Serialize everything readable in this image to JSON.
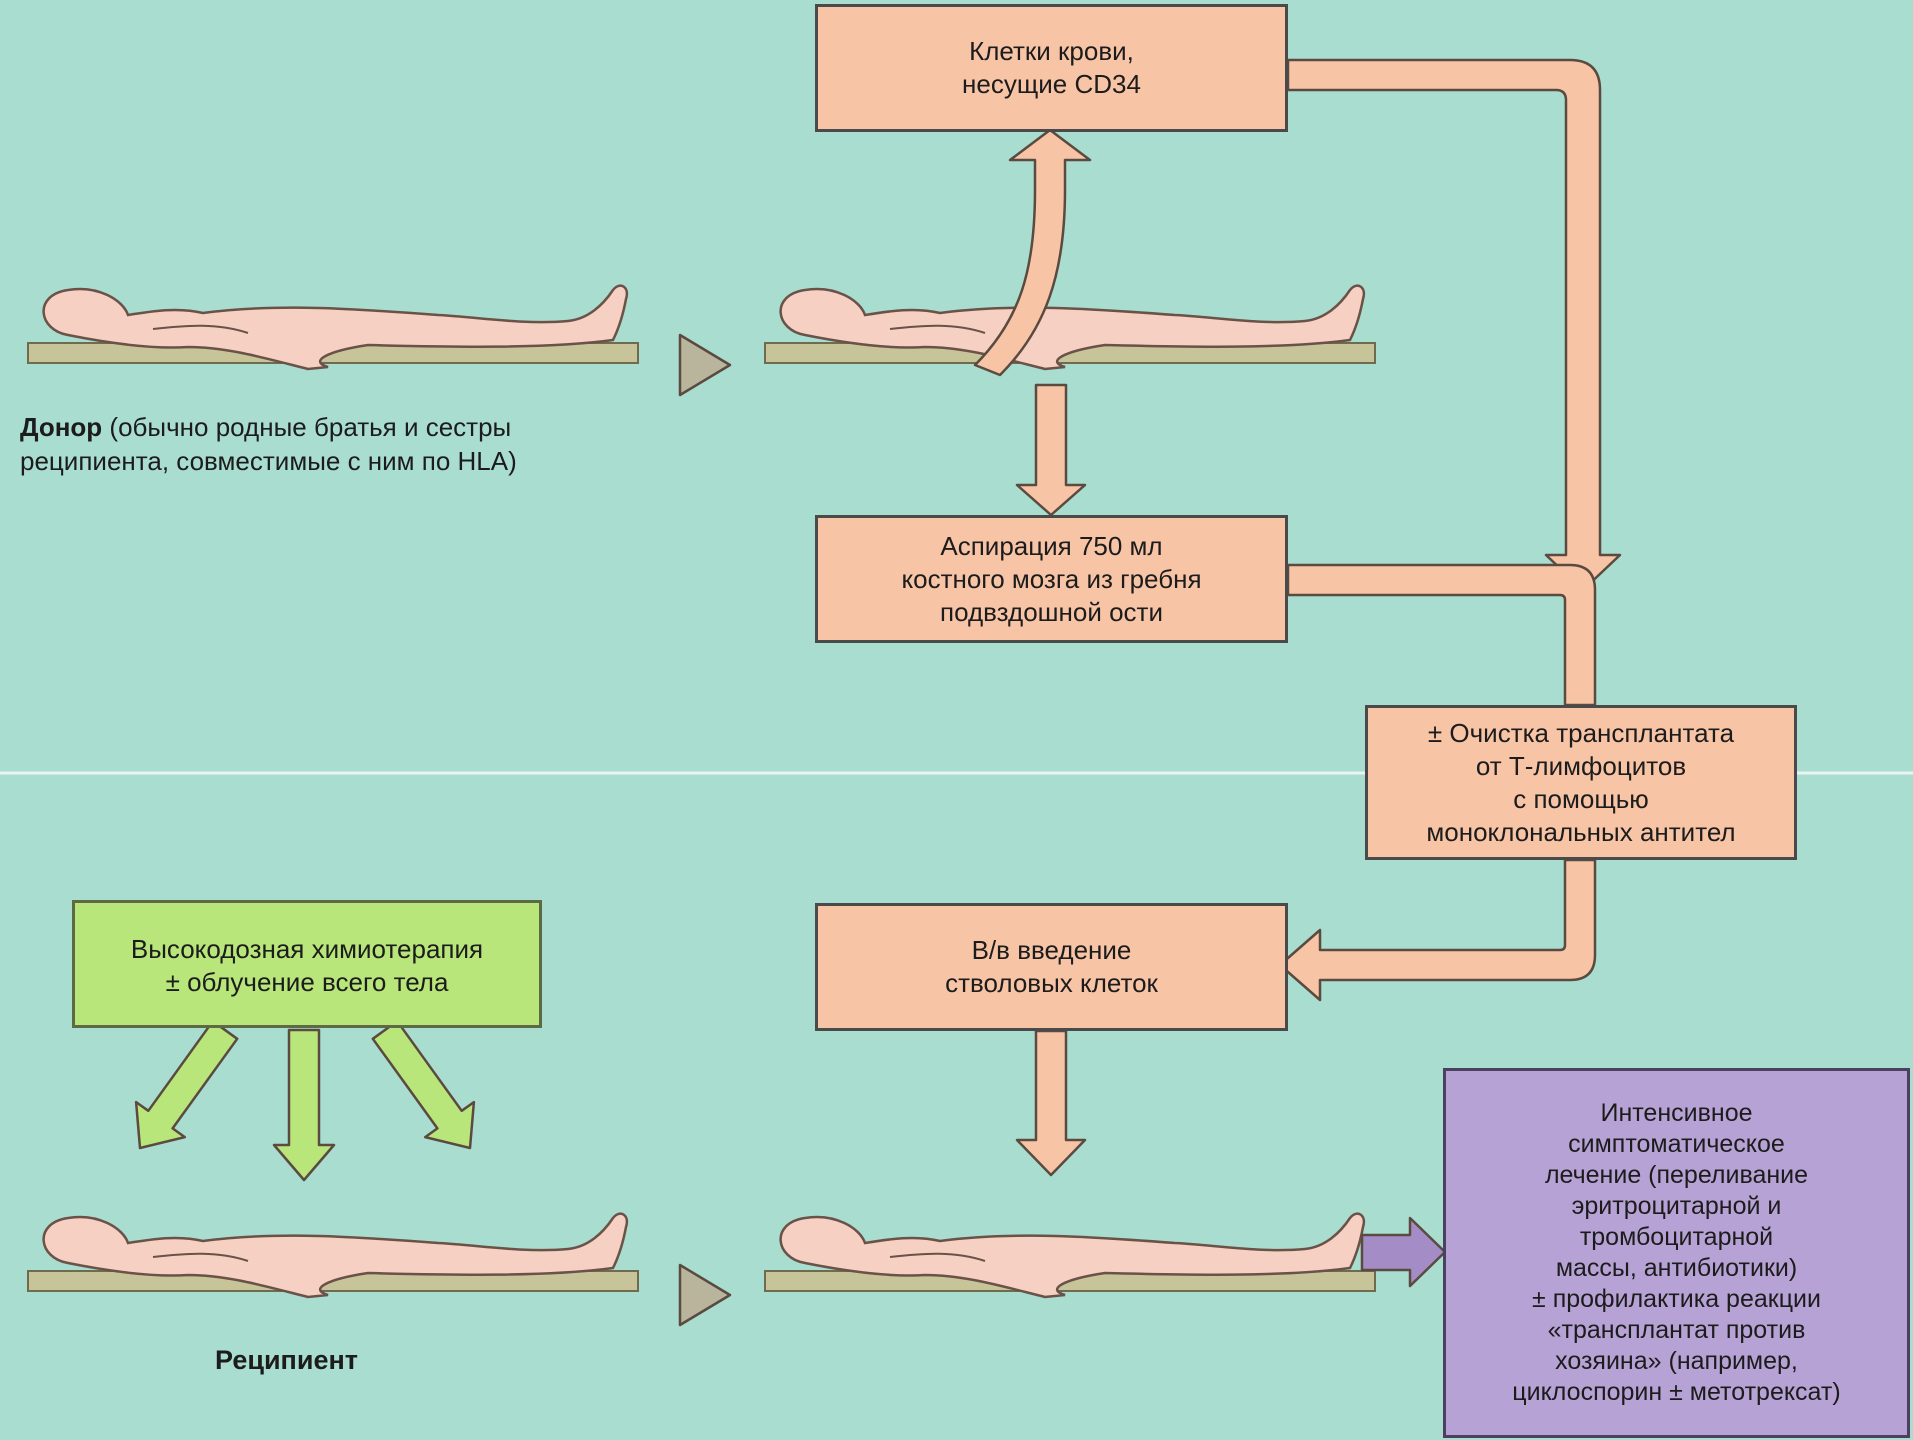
{
  "colors": {
    "background": "#a9ddd0",
    "box_peach": "#f8c4a6",
    "box_green": "#b9e67a",
    "box_purple": "#b7a2d5",
    "body_fill": "#f6d0c2",
    "table": "#c7c49a",
    "flow_arrow": "#f8c4a6",
    "green_arrow": "#b9e67a",
    "purple_arrow": "#a48dc6",
    "triangle": "#b9b49c"
  },
  "donor_caption": {
    "bold": "Донор",
    "line1_rest": " (обычно родные братья и сестры",
    "line2": "реципиента, совместимые с ним по HLA)"
  },
  "recipient_label": "Реципиент",
  "boxes": {
    "cd34": {
      "lines": [
        "Клетки крови,",
        "несущие CD34"
      ]
    },
    "aspiration": {
      "lines": [
        "Аспирация 750 мл",
        "костного мозга из гребня",
        "подвздошной ости"
      ]
    },
    "purging": {
      "lines": [
        "± Очистка трансплантата",
        "от Т-лимфоцитов",
        "с помощью",
        "моноклональных антител"
      ]
    },
    "chemo": {
      "lines": [
        "Высокодозная химиотерапия",
        "± облучение всего тела"
      ]
    },
    "infusion": {
      "lines": [
        "В/в введение",
        "стволовых клеток"
      ]
    },
    "supportive": {
      "lines": [
        "Интенсивное",
        "симптоматическое",
        "лечение (переливание",
        "эритроцитарной и",
        "тромбоцитарной",
        "массы, антибиотики)",
        "± профилактика реакции",
        "«трансплантат против",
        "хозяина» (например,",
        "циклоспорин ± метотрексат)"
      ]
    }
  }
}
